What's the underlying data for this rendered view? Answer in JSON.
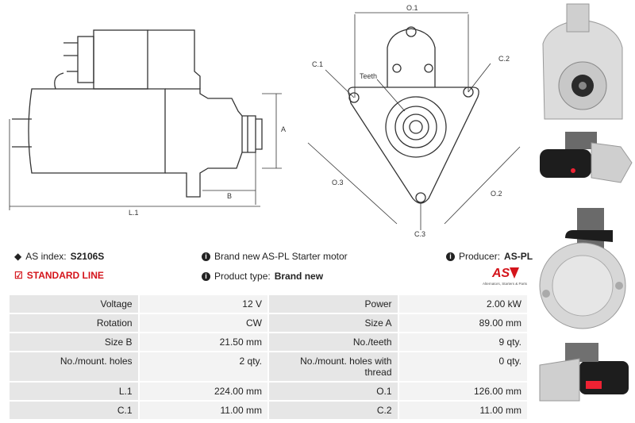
{
  "drawing": {
    "labels": {
      "o1": "O.1",
      "o2": "O.2",
      "o3": "O.3",
      "c1": "C.1",
      "c2": "C.2",
      "c3": "C.3",
      "teeth": "Teeth",
      "a": "A",
      "b": "B",
      "l1": "L.1"
    }
  },
  "info": {
    "as_index_label": "AS index:",
    "as_index_value": "S2106S",
    "standard_line": "STANDARD LINE",
    "brand_text": "Brand new AS-PL Starter motor",
    "product_type_label": "Product type:",
    "product_type_value": "Brand new",
    "producer_label": "Producer:",
    "producer_value": "AS-PL",
    "logo_text": "AS",
    "logo_tagline": "Alternators, Starters & Parts"
  },
  "spec_rows": [
    {
      "k1": "Voltage",
      "v1": "12 V",
      "k2": "Power",
      "v2": "2.00 kW"
    },
    {
      "k1": "Rotation",
      "v1": "CW",
      "k2": "Size A",
      "v2": "89.00 mm"
    },
    {
      "k1": "Size B",
      "v1": "21.50 mm",
      "k2": "No./teeth",
      "v2": "9 qty."
    },
    {
      "k1": "No./mount. holes",
      "v1": "2 qty.",
      "k2": "No./mount. holes with thread",
      "v2": "0 qty."
    },
    {
      "k1": "L.1",
      "v1": "224.00 mm",
      "k2": "O.1",
      "v2": "126.00 mm"
    },
    {
      "k1": "C.1",
      "v1": "11.00 mm",
      "k2": "C.2",
      "v2": "11.00 mm"
    }
  ],
  "colors": {
    "accent_red": "#d4141b",
    "key_cell": "#e6e6e6",
    "value_cell": "#f3f3f3"
  }
}
